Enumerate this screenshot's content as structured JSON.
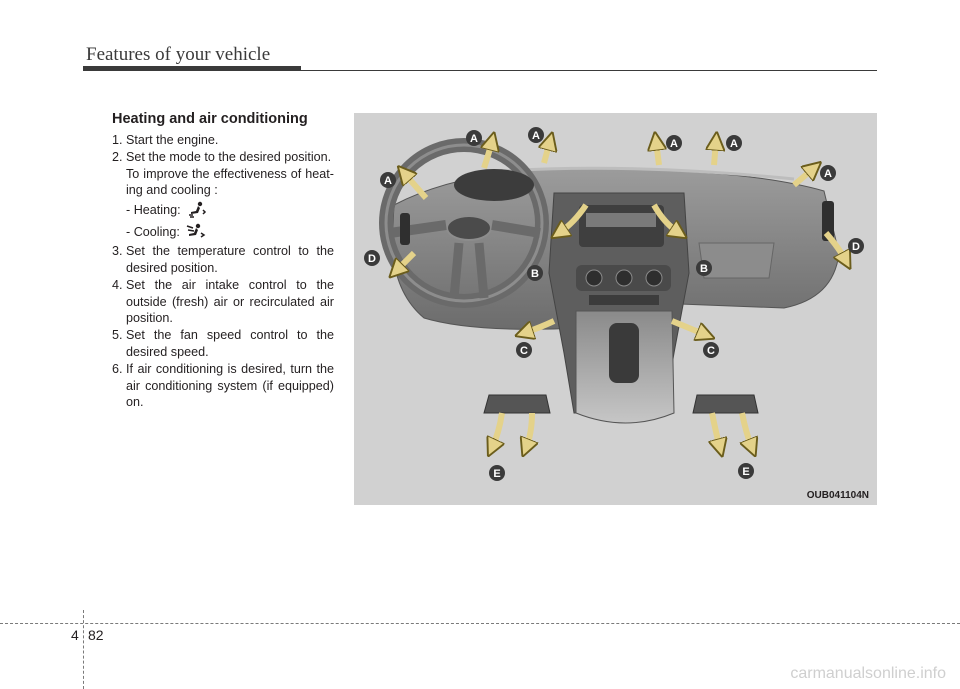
{
  "header": {
    "title": "Features of your vehicle"
  },
  "section": {
    "title": "Heating and air conditioning"
  },
  "steps": [
    {
      "num": "1.",
      "text": "Start the engine."
    },
    {
      "num": "2.",
      "text": "Set the mode to the desired position."
    },
    {
      "num": "3.",
      "text": "Set the temperature control to the desired position."
    },
    {
      "num": "4.",
      "text": "Set the air intake control to the outside (fresh) air or recirculated air position."
    },
    {
      "num": "5.",
      "text": "Set the fan speed control to the desired speed."
    },
    {
      "num": "6.",
      "text": "If air conditioning is desired, turn the air conditioning system (if equipped) on."
    }
  ],
  "step2_note": "To improve the effectiveness of heat-ing and cooling :",
  "step2_heating": "- Heating:",
  "step2_cooling": "- Cooling:",
  "icons": {
    "heating": "heating-mode-icon",
    "cooling": "cooling-mode-icon"
  },
  "figure": {
    "code": "OUB041104N",
    "labels": {
      "a1": "A",
      "a2": "A",
      "a3": "A",
      "a4": "A",
      "a5": "A",
      "a6": "A",
      "b1": "B",
      "b2": "B",
      "c1": "C",
      "c2": "C",
      "d1": "D",
      "d2": "D",
      "e1": "E",
      "e2": "E"
    }
  },
  "footer": {
    "chapter": "4",
    "page": "82",
    "watermark": "carmanualsonline.info"
  }
}
